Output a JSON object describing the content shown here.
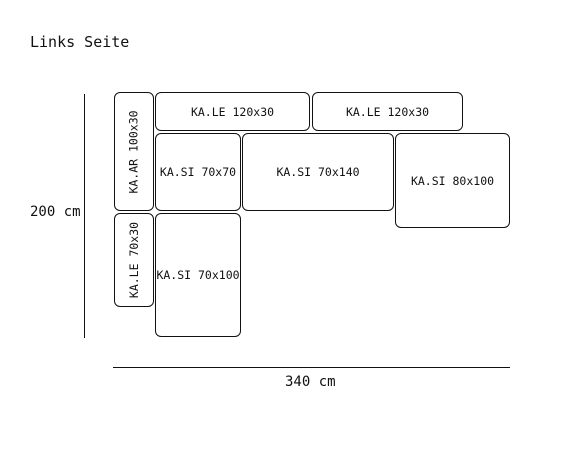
{
  "title": "Links Seite",
  "dims": {
    "height": "200 cm",
    "width": "340 cm"
  },
  "modules": {
    "ar": "KA.AR  100x30",
    "le_left": "KA.LE  70x30",
    "le1": "KA.LE  120x30",
    "le2": "KA.LE  120x30",
    "si70x70": "KA.SI  70x70",
    "si70x140": "KA.SI  70x140",
    "si80x100": "KA.SI  80x100",
    "si70x100": "KA.SI  70x100"
  }
}
